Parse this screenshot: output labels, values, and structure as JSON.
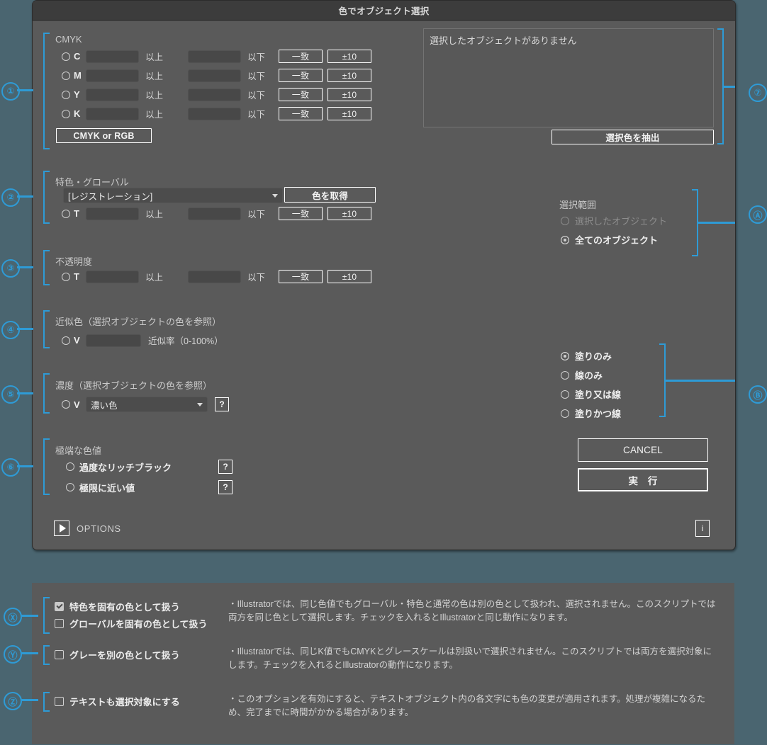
{
  "window": {
    "title": "色でオブジェクト選択"
  },
  "common": {
    "gte": "以上",
    "lte": "以下",
    "match": "一致",
    "tolerance": "±10"
  },
  "cmyk": {
    "group_label": "CMYK",
    "channels": [
      {
        "label": "C",
        "min": "",
        "max": ""
      },
      {
        "label": "M",
        "min": "",
        "max": ""
      },
      {
        "label": "Y",
        "min": "",
        "max": ""
      },
      {
        "label": "K",
        "min": "",
        "max": ""
      }
    ],
    "mode_button": "CMYK or RGB"
  },
  "spot": {
    "group_label": "特色・グローバル",
    "swatch_value": "[レジストレーション]",
    "pick_color_button": "色を取得",
    "row_label": "T",
    "min": "",
    "max": ""
  },
  "opacity": {
    "group_label": "不透明度",
    "row_label": "T",
    "min": "",
    "max": ""
  },
  "similar": {
    "group_label": "近似色（選択オブジェクトの色を参照）",
    "row_label": "V",
    "value": "",
    "field_suffix": "近似率（0-100%）"
  },
  "density": {
    "group_label": "濃度（選択オブジェクトの色を参照）",
    "row_label": "V",
    "selected_option": "濃い色",
    "help": "?"
  },
  "extreme": {
    "group_label": "極端な色値",
    "options": [
      {
        "label": "過度なリッチブラック",
        "help": "?"
      },
      {
        "label": "極限に近い値",
        "help": "?"
      }
    ]
  },
  "options_toggle": {
    "label": "OPTIONS"
  },
  "selected_objects": {
    "empty_message": "選択したオブジェクトがありません",
    "extract_button": "選択色を抽出"
  },
  "scope": {
    "group_label": "選択範囲",
    "options": [
      {
        "label": "選択したオブジェクト",
        "selected": false,
        "disabled": true
      },
      {
        "label": "全てのオブジェクト",
        "selected": true,
        "disabled": false
      }
    ]
  },
  "target": {
    "options": [
      {
        "label": "塗りのみ",
        "selected": true
      },
      {
        "label": "線のみ",
        "selected": false
      },
      {
        "label": "塗り又は線",
        "selected": false
      },
      {
        "label": "塗りかつ線",
        "selected": false
      }
    ]
  },
  "actions": {
    "cancel": "CANCEL",
    "run": "実　行",
    "info": "i"
  },
  "options_panel": {
    "groups": [
      {
        "marker": "Ⓧ",
        "checkboxes": [
          {
            "label": "特色を固有の色として扱う",
            "checked": true
          },
          {
            "label": "グローバルを固有の色として扱う",
            "checked": false
          }
        ],
        "description": "・Illustratorでは、同じ色値でもグローバル・特色と通常の色は別の色として扱われ、選択されません。このスクリプトでは両方を同じ色として選択します。チェックを入れるとIllustratorと同じ動作になります。"
      },
      {
        "marker": "Ⓨ",
        "checkboxes": [
          {
            "label": "グレーを別の色として扱う",
            "checked": false
          }
        ],
        "description": "・Illustratorでは、同じK値でもCMYKとグレースケールは別扱いで選択されません。このスクリプトでは両方を選択対象にします。チェックを入れるとIllustratorの動作になります。"
      },
      {
        "marker": "Ⓩ",
        "checkboxes": [
          {
            "label": "テキストも選択対象にする",
            "checked": false
          }
        ],
        "description": "・このオプションを有効にすると、テキストオブジェクト内の各文字にも色の変更が適用されます。処理が複雑になるため、完了までに時間がかかる場合があります。"
      }
    ]
  },
  "markers": {
    "m1": "①",
    "m2": "②",
    "m3": "③",
    "m4": "④",
    "m5": "⑤",
    "m6": "⑥",
    "m7": "⑦",
    "ma": "Ⓐ",
    "mb": "Ⓑ",
    "mx": "Ⓧ",
    "my": "Ⓨ",
    "mz": "Ⓩ"
  },
  "colors": {
    "accent": "#2e9bd6",
    "dialog_bg": "#5a5a5a",
    "titlebar_bg": "#3c3c3c",
    "page_bg": "#4a6570"
  }
}
